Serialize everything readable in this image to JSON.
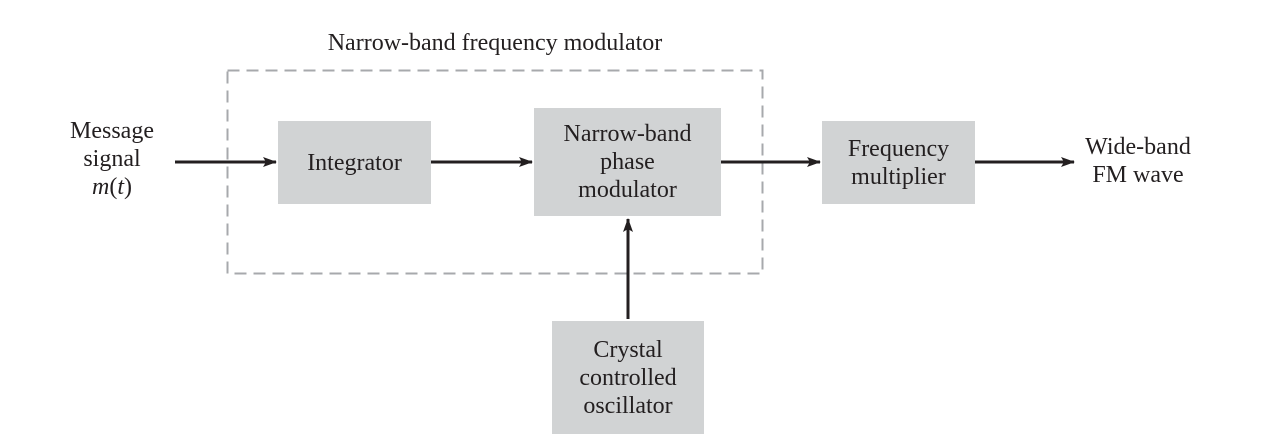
{
  "colors": {
    "block_fill": "#d1d3d4",
    "stroke": "#231f20",
    "dashed_border": "#a7a9ac",
    "background": "#ffffff"
  },
  "dashed_group": {
    "title": "Narrow-band frequency modulator"
  },
  "input": {
    "line1": "Message",
    "line2": "signal",
    "line3_func": "m",
    "line3_open": "(",
    "line3_var": "t",
    "line3_close": ")"
  },
  "blocks": {
    "integrator": {
      "line1": "Integrator"
    },
    "phase_modulator": {
      "line1": "Narrow-band",
      "line2": "phase",
      "line3": "modulator"
    },
    "frequency_multiplier": {
      "line1": "Frequency",
      "line2": "multiplier"
    },
    "oscillator": {
      "line1": "Crystal",
      "line2": "controlled",
      "line3": "oscillator"
    }
  },
  "output": {
    "line1": "Wide-band",
    "line2": "FM wave"
  }
}
